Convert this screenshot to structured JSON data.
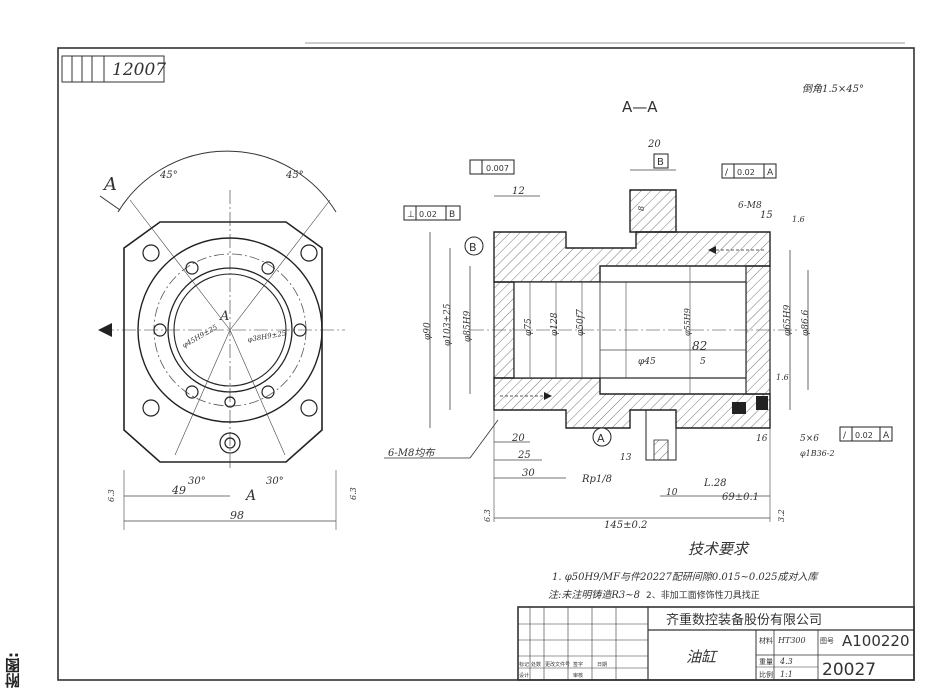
{
  "side_caption": "附图:",
  "corner_stamp": "12007",
  "chamfer_note": "倒角1.5×45°",
  "section_title": "A—A",
  "left_view": {
    "label_a": "A",
    "center_a": "A",
    "angle_top_left": "45°",
    "angle_top_right": "45°",
    "angle_bottom_left": "30°",
    "angle_bottom_right": "30°",
    "dia_left": "φ45H9±25",
    "dia_right": "φ38H9±25",
    "dim_49": "49",
    "dim_98": "98",
    "rough_left": "6.3",
    "rough_right": "6.3",
    "view_a_bottom": "A",
    "thread_note": "6-M8均布"
  },
  "section": {
    "runout_box": "0.007",
    "perp_box_left_sym": "⊥",
    "perp_box_left_val": "0.02",
    "perp_box_left_ref": "B",
    "perp_box_top_sym": "/",
    "perp_box_top_val": "0.02",
    "perp_box_top_ref": "A",
    "perp_box_br_sym": "/",
    "perp_box_br_val": "0.02",
    "perp_box_br_ref": "A",
    "datum_b": "B",
    "datum_b_top": "B",
    "datum_a": "A",
    "dim_12": "12",
    "dim_20": "20",
    "dim_15": "15",
    "dim_13": "13",
    "dim_82": "82",
    "dim_5": "5",
    "dim_25": "25",
    "dim_30": "30",
    "dim_10": "10",
    "dim_20b": "20",
    "dim_16": "16",
    "dim_5x6": "5×6",
    "dim_8": "8",
    "dim_45": "φ45",
    "dim_28": "28",
    "dim_69": "69±0.1",
    "dim_145": "145±0.2",
    "rough_28": "L.28",
    "rough_16": "1.6",
    "rough_16b": "1.6",
    "rough_32": "3.2",
    "rough_63": "6.3",
    "thread_6m8": "6-M8",
    "thread_rp": "Rp1/8",
    "seal_note": "φ1B36-2",
    "dia_90": "φ90",
    "dia_75": "φ75",
    "dia_128": "φ128",
    "dia_103": "φ103±25",
    "dia_85": "φ85H9",
    "dia_65": "φ65H9",
    "dia_86": "φ86.6",
    "dia_55": "φ55H9",
    "dia_50": "φ50f7"
  },
  "tech": {
    "heading": "技术要求",
    "req1": "1. φ50H9/MF与件20227配研间隙0.015~0.025成对入库",
    "note": "注:未注明铸造R3~8",
    "req2": "2、非加工面修饰性刀具找正"
  },
  "title_block": {
    "company": "齐重数控装备股份有限公司",
    "part_name": "油缸",
    "material_label": "材料",
    "material_value": "HT300",
    "drawing_no_label": "图号",
    "drawing_no": "A100220",
    "weight_label": "重量",
    "weight_value": "4.3",
    "scale_label": "比例",
    "scale_value": "1:1",
    "part_no": "20027",
    "row_labels": [
      "标记",
      "处数",
      "更改文件号",
      "签字",
      "日期"
    ],
    "row_labels2": [
      "设计",
      "审核"
    ]
  }
}
